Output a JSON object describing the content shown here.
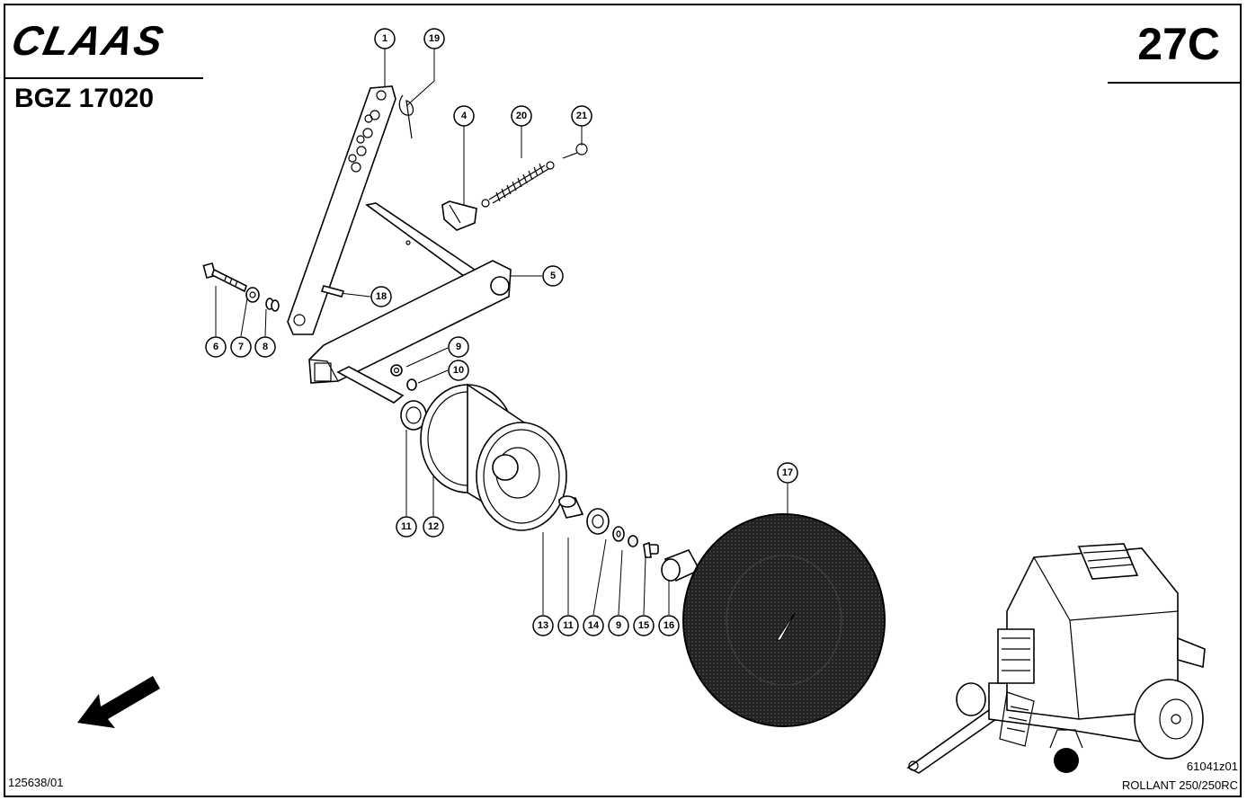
{
  "header": {
    "brand": "CLAAS",
    "document_code": "BGZ 17020",
    "page_code": "27C"
  },
  "footer": {
    "drawing_number": "125638/01",
    "figure_code": "61041z01",
    "model": "ROLLANT 250/250RC"
  },
  "callouts": [
    "1",
    "19",
    "4",
    "20",
    "21",
    "5",
    "18",
    "6",
    "7",
    "8",
    "9",
    "10",
    "11",
    "12",
    "17",
    "13",
    "11",
    "14",
    "9",
    "15",
    "16"
  ],
  "icons": [
    "direction-arrow-icon",
    "baler-thumbnail-icon"
  ]
}
